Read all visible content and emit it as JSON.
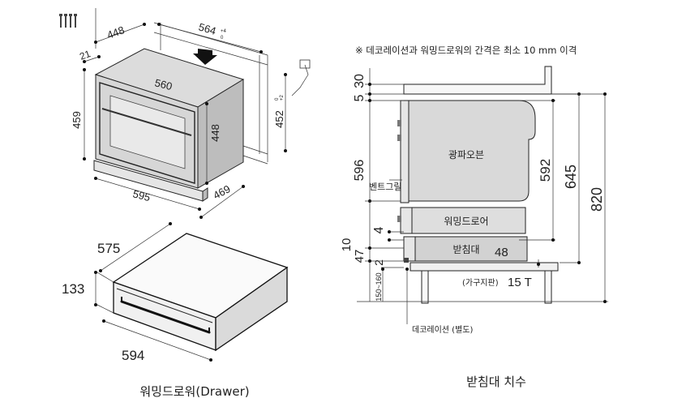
{
  "oven_dims": {
    "d448_top": "448",
    "d564": "564",
    "d564_tol_top": "+4",
    "d564_tol_bot": "0",
    "d21": "21",
    "d560": "560",
    "d459": "459",
    "d448_side": "448",
    "d452": "452",
    "d452_tol_top": "+2",
    "d452_tol_bot": "0",
    "d595": "595",
    "d469": "469"
  },
  "drawer_dims": {
    "d575": "575",
    "d133": "133",
    "d594": "594"
  },
  "left_caption": "워밍드로워(Drawer)",
  "note": "※ 데코레이션과 워밍드로워의 간격은 최소 10 mm 이격",
  "right_labels": {
    "oven": "광파오븐",
    "vent_grill": "벤트그릴",
    "warming_drawer": "워밍드로어",
    "stand": "받침대",
    "furniture_board": "(가구지판)",
    "decoration": "데코레이션 (별도)"
  },
  "right_dims": {
    "d30": "30",
    "d5": "5",
    "d596": "596",
    "d592": "592",
    "d645": "645",
    "d820": "820",
    "d4": "4",
    "d10": "10",
    "d47": "47",
    "d2": "2",
    "d48": "48",
    "d150_160": "150~160",
    "d15T": "15 T"
  },
  "right_caption": "받침대 치수"
}
